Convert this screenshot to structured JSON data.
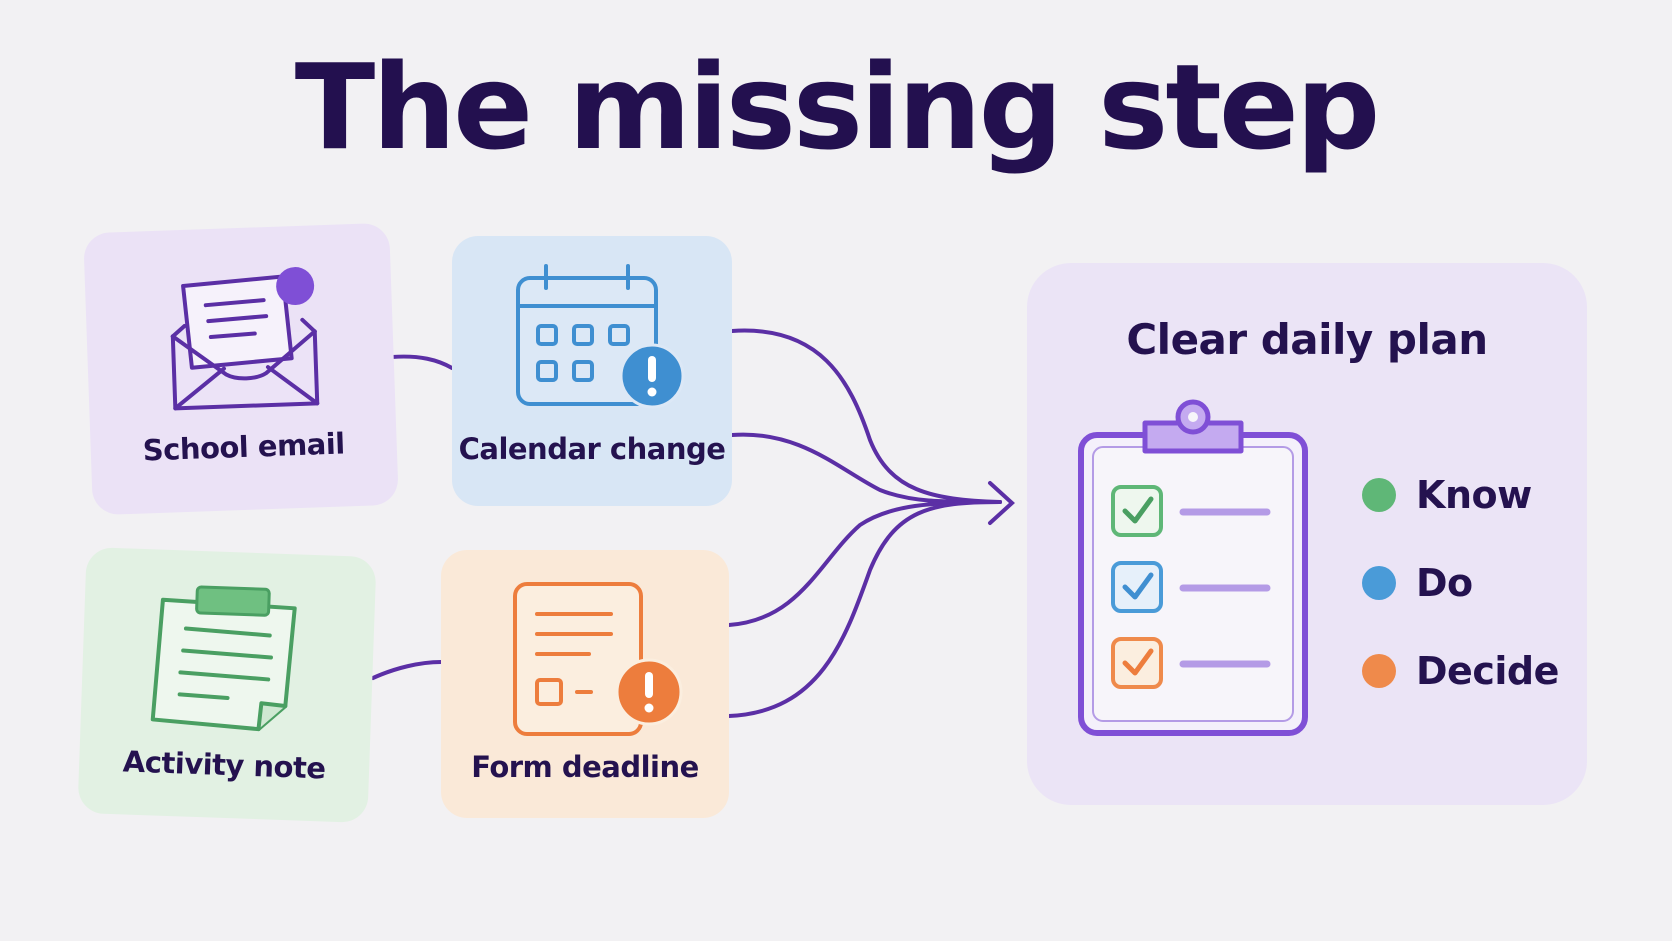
{
  "title": "The missing step",
  "cards": {
    "school_email": {
      "label": "School email"
    },
    "calendar_change": {
      "label": "Calendar change"
    },
    "activity_note": {
      "label": "Activity note"
    },
    "form_deadline": {
      "label": "Form deadline"
    }
  },
  "plan": {
    "title": "Clear daily plan",
    "legend": [
      {
        "label": "Know",
        "color": "#5fb777"
      },
      {
        "label": "Do",
        "color": "#4a9bd8"
      },
      {
        "label": "Decide",
        "color": "#ef8a4b"
      }
    ]
  },
  "colors": {
    "connector": "#5b2fa5",
    "accent_purple": "#7f4fd6",
    "accent_blue": "#3f8fd1",
    "accent_green": "#4a9f62",
    "accent_orange": "#ed7d3d"
  }
}
